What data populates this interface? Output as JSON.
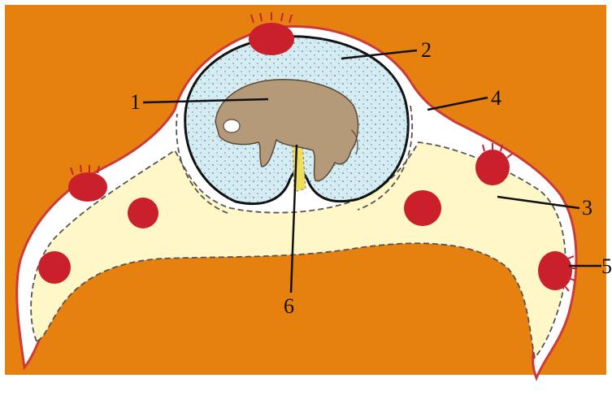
{
  "diagram": {
    "colors": {
      "background": "#e6810f",
      "outer_membrane": "#cc3a3a",
      "allantois_fill": "#fff7c8",
      "amnion_fill": "#d6ecf3",
      "chorion_villi": "#c9202b",
      "embryo": "#b59a7a",
      "stalk": "#f0de5a"
    },
    "labels": [
      {
        "id": "1",
        "text": "1"
      },
      {
        "id": "2",
        "text": "2"
      },
      {
        "id": "3",
        "text": "3"
      },
      {
        "id": "4",
        "text": "4"
      },
      {
        "id": "5",
        "text": "5"
      },
      {
        "id": "6",
        "text": "6"
      }
    ]
  }
}
